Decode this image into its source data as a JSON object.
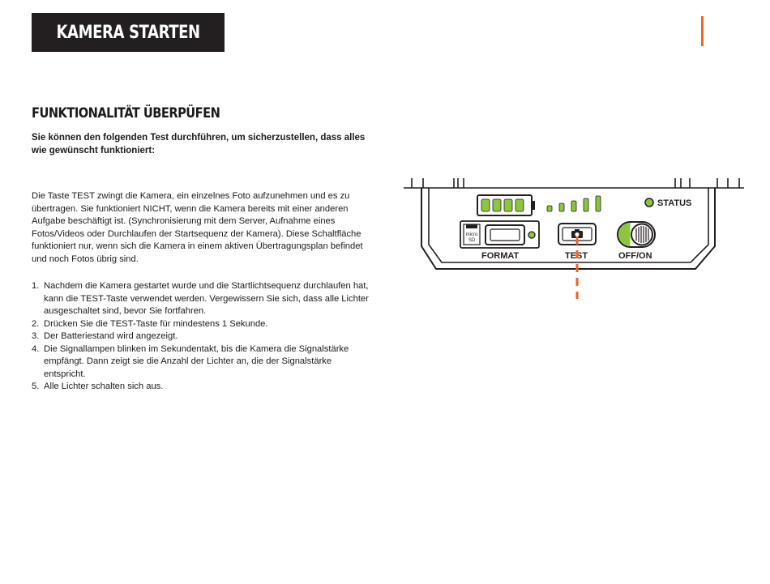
{
  "header": {
    "title": "KAMERA STARTEN"
  },
  "section": {
    "title": "FUNKTIONALITÄT ÜBERPÜFEN",
    "intro": "Sie können den folgenden Test durchführen, um sicherzustellen, dass alles wie gewünscht funktioniert:",
    "description": "Die Taste TEST zwingt die Kamera, ein einzelnes Foto aufzunehmen und es zu übertragen. Sie funktioniert NICHT, wenn die Kamera bereits mit einer anderen Aufgabe beschäftigt ist. (Synchronisierung mit dem Server, Aufnahme eines Fotos/Videos oder Durchlaufen der Startsequenz der Kamera). Diese Schaltfläche funktioniert nur, wenn sich die Kamera in einem aktiven Übertragungsplan befindet und noch Fotos übrig sind."
  },
  "steps": [
    {
      "num": "1.",
      "text": "Nachdem die Kamera gestartet wurde und die Startlichtsequenz durchlaufen hat, kann die TEST-Taste verwendet werden. Vergewissern Sie sich, dass alle Lichter ausgeschaltet sind, bevor Sie fortfahren."
    },
    {
      "num": "2.",
      "text": "Drücken Sie die TEST-Taste für mindestens 1 Sekunde."
    },
    {
      "num": "3.",
      "text": "Der Batteriestand wird angezeigt."
    },
    {
      "num": "4.",
      "text": "Die Signallampen blinken im Sekundentakt, bis die Kamera die Signalstärke empfängt. Dann zeigt sie die Anzahl der Lichter an, die der Signalstärke entspricht."
    },
    {
      "num": "5.",
      "text": "Alle Lichter schalten sich aus."
    }
  ],
  "camera_panel": {
    "status_label": "STATUS",
    "format_label": "FORMAT",
    "test_label": "TEST",
    "power_label": "OFF/ON",
    "sd_label_line1": "micro",
    "sd_label_line2": "SD",
    "colors": {
      "led_green": "#8cc63f",
      "accent": "#f26522",
      "outline": "#231f20"
    }
  }
}
